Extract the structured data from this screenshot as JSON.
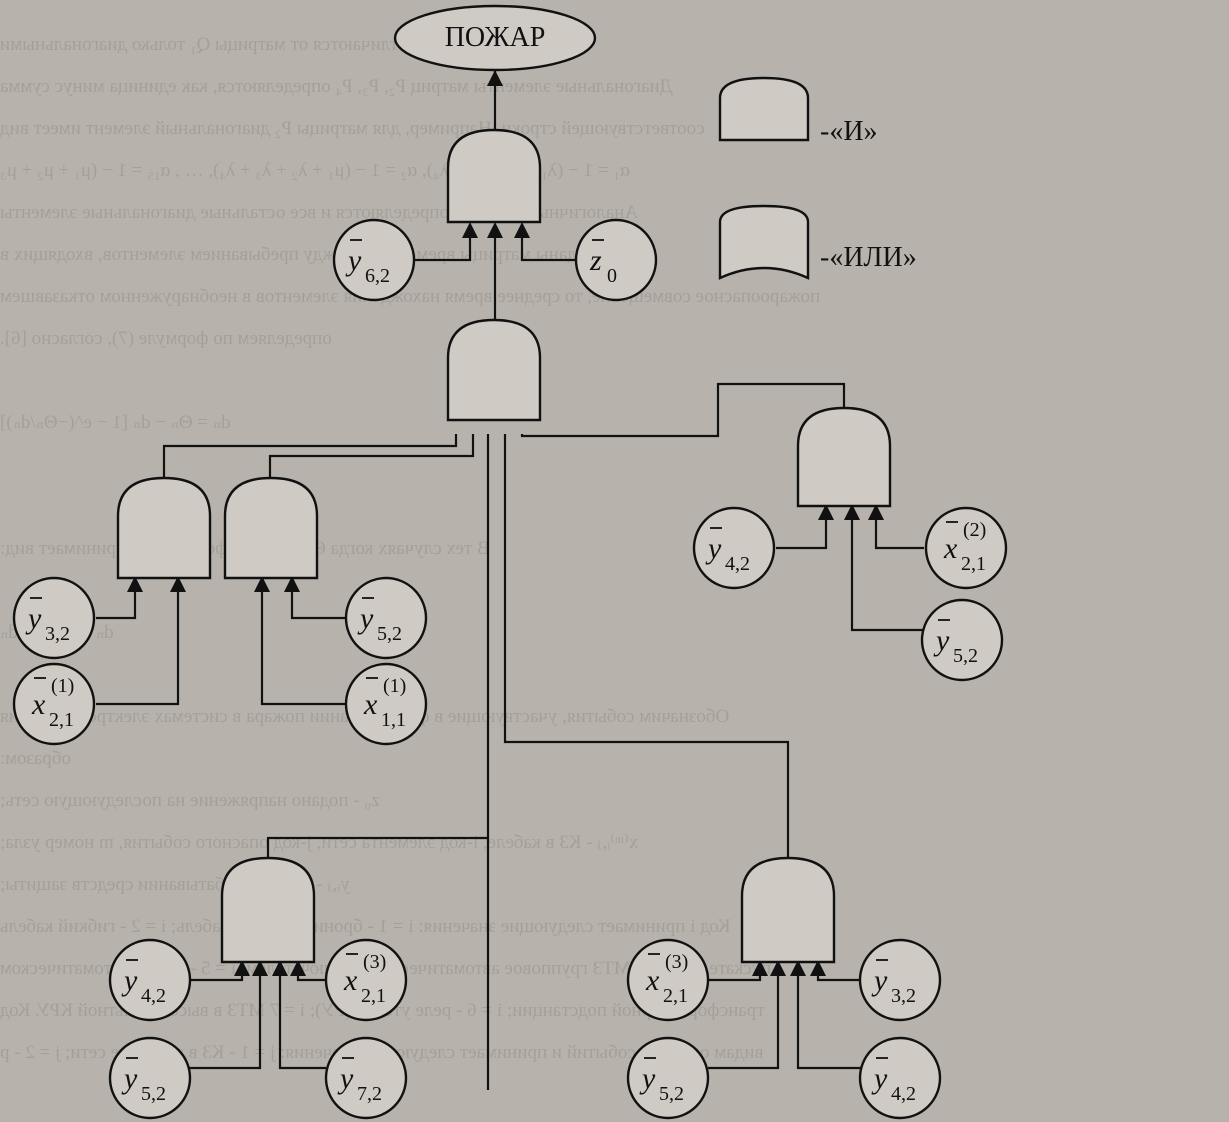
{
  "root": {
    "label": "ПОЖАР"
  },
  "legend": {
    "and_label": "-«И»",
    "or_label": "-«ИЛИ»"
  },
  "events": {
    "y62": {
      "letter": "y",
      "sub": "6,2",
      "sup": ""
    },
    "z0": {
      "letter": "z",
      "sub": "0",
      "sup": ""
    },
    "y32": {
      "letter": "y",
      "sub": "3,2",
      "sup": ""
    },
    "x21_1": {
      "letter": "x",
      "sub": "2,1",
      "sup": "(1)"
    },
    "y52_a": {
      "letter": "y",
      "sub": "5,2",
      "sup": ""
    },
    "x11_1": {
      "letter": "x",
      "sub": "1,1",
      "sup": "(1)"
    },
    "y42_a": {
      "letter": "y",
      "sub": "4,2",
      "sup": ""
    },
    "x21_2": {
      "letter": "x",
      "sub": "2,1",
      "sup": "(2)"
    },
    "y52_b": {
      "letter": "y",
      "sub": "5,2",
      "sup": ""
    },
    "y42_b": {
      "letter": "y",
      "sub": "4,2",
      "sup": ""
    },
    "x21_3a": {
      "letter": "x",
      "sub": "2,1",
      "sup": "(3)"
    },
    "y52_c": {
      "letter": "y",
      "sub": "5,2",
      "sup": ""
    },
    "y72": {
      "letter": "y",
      "sub": "7,2",
      "sup": ""
    },
    "x21_3b": {
      "letter": "x",
      "sub": "2,1",
      "sup": "(3)"
    },
    "y32_b": {
      "letter": "y",
      "sub": "3,2",
      "sup": ""
    },
    "y52_d": {
      "letter": "y",
      "sub": "5,2",
      "sup": ""
    },
    "y42_c": {
      "letter": "y",
      "sub": "4,2",
      "sup": ""
    }
  },
  "background_text": [
    "Матрицы Q₂, Q₃, Q₄ отличаются от матрицы Q₁ только диагональными",
    "Диагональные элементы матриц P₂, P₃, P₄ определяются, как единица минус сумма",
    "соответствующей строки. Например, для матрицы P₂ диагональный элемент имеет вид",
    "α₁ = 1 − (λ₁ + λ₂ + λ₃ + λ₄), α₂ = 1 − (μ₁ + λ₂ + λ₃ + λ₄), … , α₁₅ = 1 − (μ₁ + μ₂ + μ₃",
    "Аналогичным образом определяются и все остальные диагональные элементы",
    "Если заданы матрицы времени Θₙ между пребыванием элементов, входящих в",
    "пожароопасное совмещение, то среднее время нахождения элементов в необнаруженном отказавшем",
    "определяем по формуле (7), согласно [6].",
    "",
    "dₙ = Θₙ − dₙ [1 − e^(−Θₙ/dₙ)]",
    "",
    "",
    "В тех случаях когда Θₙ/dₙ < 0,1, формула (7) принимает вид:",
    "",
    "dₙ ≈ Θₙ² / 2·dₙ",
    "",
    "Обозначим события, участвующие в формировании пожара в системах электроснабжения",
    "образом:",
    "z₀ - подано напряжение на последующую сеть;",
    "x⁽ᵐ⁾ᵢ,ⱼ - КЗ в кабеле, i-код элемента сети, j-код опасного события, m номер узла;",
    "yᵢ,ⱼ - отказ в срабатывании средств защиты;",
    "Код i принимает следующие значения: i = 1 - бронированный кабель; i = 2 - гибкий кабель",
    "пускатель; i = 4 - МТЗ групповое автоматическим выключателем; i = 5 - МТЗ в автоматическом",
    "трансформаторной подстанции; i = 6 - реле утечки (РУ); i = 7 МТЗ в высоковольтной КРУ. Код",
    "видам опасных событий и принимает следующие значения: j = 1 - КЗ в элементе сети; j = 2 - р"
  ]
}
